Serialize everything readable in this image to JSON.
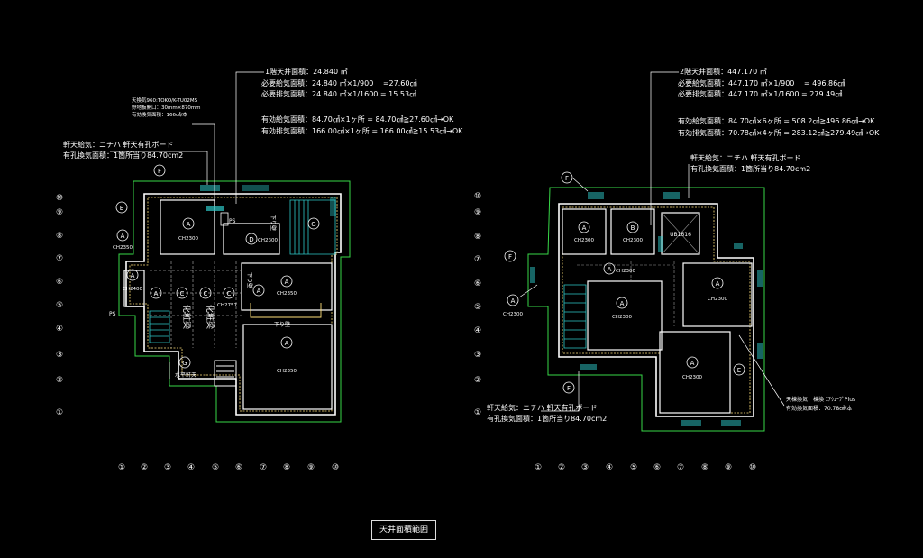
{
  "drawing_title": "天井面積範囲",
  "colors": {
    "background": "#000000",
    "outline": "#38d848",
    "wall": "#ffffff",
    "rail": "#ffe07a",
    "dim": "#9a9a9a",
    "hatch": "#2ec7c7",
    "text": "#ffffff"
  },
  "grid_markers": {
    "rows": [
      "⑩",
      "⑨",
      "⑧",
      "⑦",
      "⑥",
      "⑤",
      "④",
      "③",
      "②",
      "①"
    ],
    "cols": [
      "①",
      "②",
      "③",
      "④",
      "⑤",
      "⑥",
      "⑦",
      "⑧",
      "⑨",
      "⑩"
    ]
  },
  "left_plan": {
    "area_header": "1階天井面積：24.840 ㎡",
    "supply_req": "必要給気面積：24.840 ㎡×1/900　 =27.60㎠",
    "exhaust_req": "必要排気面積：24.840 ㎡×1/1600 = 15.53㎠",
    "supply_eff": "有効給気面積：84.70㎠×1ヶ所 = 84.70㎠≧27.60㎠→OK",
    "exhaust_eff": "有効排気面積：166.00㎠×1ヶ所 = 166.00㎠≧15.53㎠→OK",
    "fan_note_1": "天換気960:TOKO/K-TU02MS",
    "fan_note_2": "野地板開口：30mm×870mm",
    "fan_note_3": "有効換気面積：166㎠/本",
    "eave_label_1": "軒天給気：ニチハ 軒天有孔ボード",
    "eave_label_2": "有孔換気面積：1箇所当り84.70cm2",
    "ch_labels": [
      "CH2300",
      "CH2300",
      "CH2350",
      "CH2400",
      "CH2350",
      "CH2757",
      "CH2350"
    ],
    "ps_label": "PS",
    "ps_label_2": "PS",
    "ladder_label": "下り壁",
    "ladder_label_2": "下り壁",
    "ladder_label_3": "下り壁",
    "beam_label_1": "化粧梁",
    "beam_label_2": "化粧梁",
    "eave_flat_label": "水平軒天",
    "letters": [
      "A",
      "A",
      "A",
      "A",
      "A",
      "A",
      "A",
      "C",
      "C",
      "C",
      "D",
      "E",
      "F",
      "G",
      "G"
    ]
  },
  "right_plan": {
    "area_header": "2階天井面積：447.170 ㎡",
    "supply_req": "必要給気面積：447.170 ㎡×1/900　 = 496.86㎠",
    "exhaust_req": "必要排気面積：447.170 ㎡×1/1600 = 279.49㎠",
    "supply_eff": "有効給気面積：84.70㎠×6ヶ所 = 508.2㎠≧496.86㎠→OK",
    "exhaust_eff": "有効排気面積：70.78㎠×4ヶ所 = 283.12㎠≧279.49㎠→OK",
    "eave_label_top_1": "軒天給気：ニチハ 軒天有孔ボード",
    "eave_label_top_2": "有孔換気面積：1箇所当り84.70cm2",
    "eave_label_bot_1": "軒天給気：ニチハ 軒天有孔ボード",
    "eave_label_bot_2": "有孔換気面積：1箇所当り84.70cm2",
    "vent_note_1": "天棟換気：棟換 ｴｱｳｪｰﾌﾞPlus",
    "vent_note_2": "有効換気面積：70.78㎠/本",
    "ch_labels": [
      "CH2300",
      "CH2300",
      "CH2300",
      "CH2300",
      "CH2300",
      "CH2300",
      "CH2300"
    ],
    "ub_label": "UB1616",
    "letters": [
      "A",
      "A",
      "A",
      "A",
      "A",
      "A",
      "A",
      "B",
      "E",
      "F",
      "F",
      "F"
    ]
  }
}
